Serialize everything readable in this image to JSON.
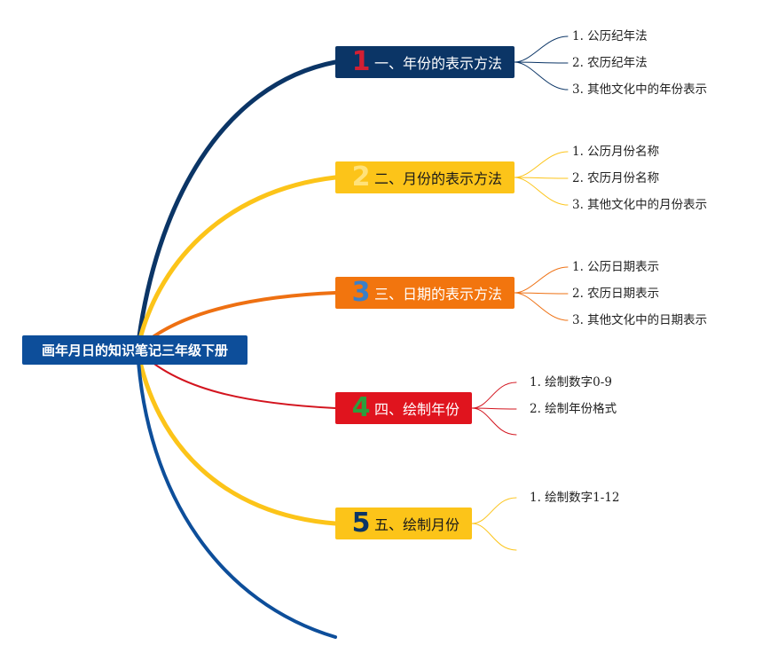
{
  "root": {
    "label": "画年月日的知识笔记三年级下册",
    "color": "#0D4E9A"
  },
  "branches": [
    {
      "num": "1",
      "label": "一、年份的表示方法",
      "bg": "#0B3566",
      "text_color": "#ffffff",
      "num_color": "#D21F33",
      "line_color": "#0B3566",
      "children": [
        "1. 公历纪年法",
        "2. 农历纪年法",
        "3. 其他文化中的年份表示"
      ]
    },
    {
      "num": "2",
      "label": "二、月份的表示方法",
      "bg": "#FCC419",
      "text_color": "#1a1a1a",
      "num_color": "#FFE27A",
      "line_color": "#FCC419",
      "children": [
        "1. 公历月份名称",
        "2. 农历月份名称",
        "3. 其他文化中的月份表示"
      ]
    },
    {
      "num": "3",
      "label": "三、日期的表示方法",
      "bg": "#F2750E",
      "text_color": "#ffffff",
      "num_color": "#3C7FC8",
      "line_color": "#EE7012",
      "children": [
        "1. 公历日期表示",
        "2. 农历日期表示",
        "3. 其他文化中的日期表示"
      ]
    },
    {
      "num": "4",
      "label": "四、绘制年份",
      "bg": "#E0141E",
      "text_color": "#ffffff",
      "num_color": "#2E9E3C",
      "line_color": "#D3141E",
      "children": [
        "1. 绘制数字0-9",
        "2. 绘制年份格式",
        ""
      ]
    },
    {
      "num": "5",
      "label": "五、绘制月份",
      "bg": "#FCC419",
      "text_color": "#1a1a1a",
      "num_color": "#0B3566",
      "line_color": "#FCC419",
      "children": [
        "1. 绘制数字1-12",
        ""
      ]
    }
  ]
}
